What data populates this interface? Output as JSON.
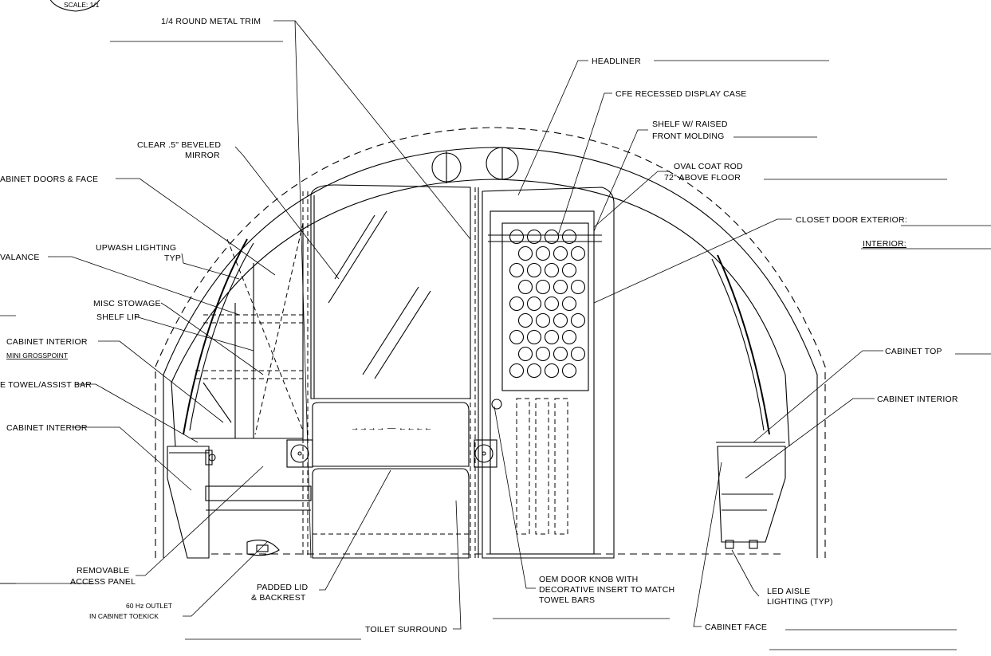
{
  "scale_note": "SCALE: 1/1",
  "labels": {
    "round_metal_trim": "1/4 ROUND METAL TRIM",
    "headliner": "HEADLINER",
    "cfe_display_case": "CFE RECESSED DISPLAY CASE",
    "shelf_raised_1": "SHELF W/ RAISED",
    "shelf_raised_2": "FRONT MOLDING",
    "clear_mirror_1": "CLEAR .5\" BEVELED",
    "clear_mirror_2": "MIRROR",
    "cabinet_doors_face": "ABINET DOORS & FACE",
    "oval_coat_rod_1": "OVAL COAT ROD",
    "oval_coat_rod_2": "72\" ABOVE FLOOR",
    "closet_door_exterior": "CLOSET DOOR EXTERIOR:",
    "interior": "INTERIOR:",
    "upwash_lighting_1": "UPWASH LIGHTING",
    "upwash_lighting_2": "TYP",
    "valance": "VALANCE",
    "misc_stowage": "MISC STOWAGE",
    "shelf_lip": "SHELF LIP",
    "cabinet_interior_upper": "CABINET INTERIOR",
    "mini_grosspoint": "MINI GROSSPOINT",
    "towel_assist_bar": "E TOWEL/ASSIST BAR",
    "cabinet_interior_left": "CABINET INTERIOR",
    "cabinet_top": "CABINET TOP",
    "cabinet_interior_right": "CABINET INTERIOR",
    "removable_1": "REMOVABLE",
    "removable_2": "ACCESS PANEL",
    "padded_lid_1": "PADDED LID",
    "padded_lid_2": "& BACKREST",
    "oem_knob_1": "OEM DOOR KNOB WITH",
    "oem_knob_2": "DECORATIVE INSERT TO MATCH",
    "oem_knob_3": "TOWEL BARS",
    "led_aisle_1": "LED AISLE",
    "led_aisle_2": "LIGHTING (TYP)",
    "outlet_1": "60 Hz OUTLET",
    "outlet_2": "IN CABINET TOEKICK",
    "toilet_surround": "TOILET SURROUND",
    "cabinet_face": "CABINET FACE"
  }
}
